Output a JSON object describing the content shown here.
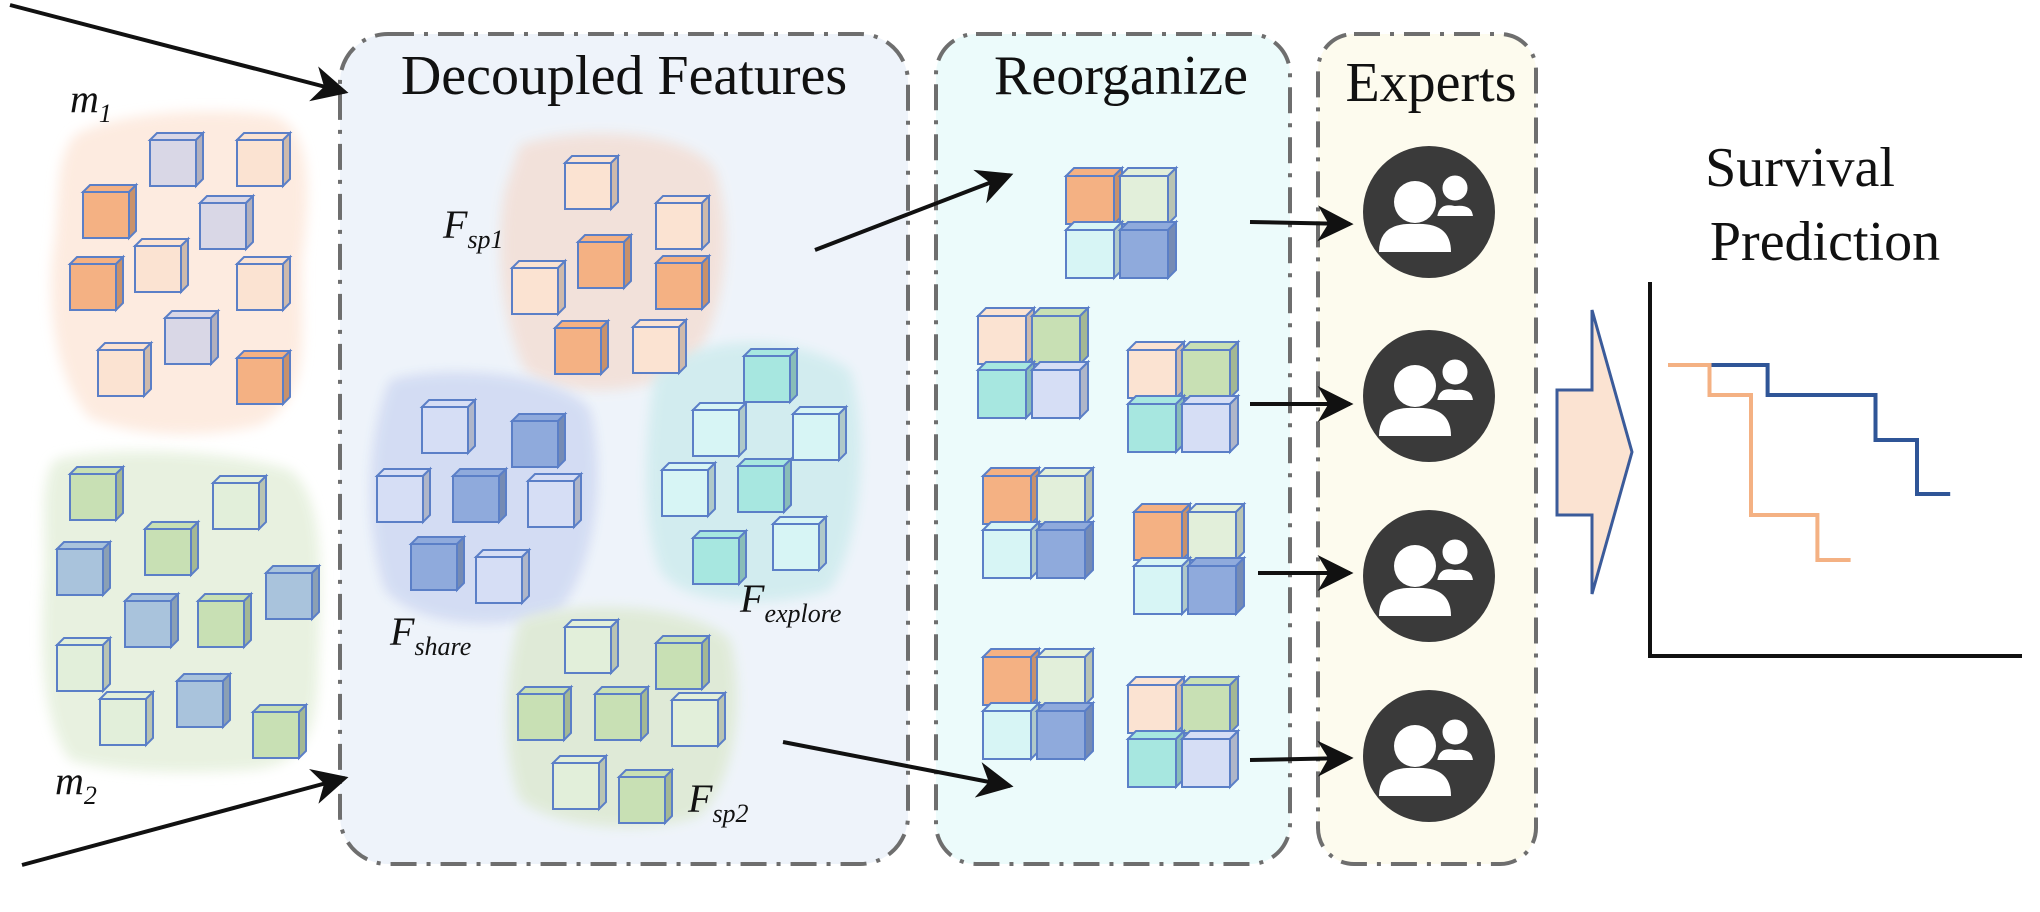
{
  "sections": {
    "decoupled_title": "Decoupled Features",
    "reorganize_title": "Reorganize",
    "experts_title": "Experts",
    "prediction_title_line1": "Survival",
    "prediction_title_line2": "Prediction"
  },
  "modalities": {
    "m1": {
      "base": "m",
      "sub": "1"
    },
    "m2": {
      "base": "m",
      "sub": "2"
    }
  },
  "features": {
    "sp1": {
      "base": "F",
      "sub": "sp1"
    },
    "share": {
      "base": "F",
      "sub": "share"
    },
    "explore": {
      "base": "F",
      "sub": "explore"
    },
    "sp2": {
      "base": "F",
      "sub": "sp2"
    }
  },
  "experts": {
    "count": 4,
    "icon": "user-group-icon"
  },
  "colors": {
    "orange_dark": "#f4b183",
    "orange_light": "#fbe3d2",
    "purple": "#d9d7e6",
    "blue_dark": "#8faadc",
    "blue_light": "#d6def5",
    "green_dark": "#c8e0b4",
    "green_light": "#e2efda",
    "teal_dark": "#a7e7e0",
    "teal_light": "#d7f5f5",
    "steelblue": "#a9c3dc",
    "curve_blue": "#2f5597",
    "curve_orange": "#f4b183",
    "expert_circle": "#3a3a3a"
  },
  "chart_data": {
    "type": "line",
    "title": "",
    "xlabel": "",
    "ylabel": "",
    "series": [
      {
        "x": [
          0,
          1.2,
          1.2,
          2.5,
          2.5,
          3.0,
          3.0,
          3.4
        ],
        "y": [
          0.95,
          0.95,
          0.85,
          0.85,
          0.7,
          0.7,
          0.52,
          0.52
        ]
      },
      {
        "x": [
          0,
          0.5,
          0.5,
          1.0,
          1.0,
          1.8,
          1.8,
          2.2
        ],
        "y": [
          0.95,
          0.95,
          0.85,
          0.85,
          0.45,
          0.45,
          0.3,
          0.3
        ]
      }
    ],
    "xlim": [
      0,
      4
    ],
    "ylim": [
      0,
      1.2
    ]
  }
}
